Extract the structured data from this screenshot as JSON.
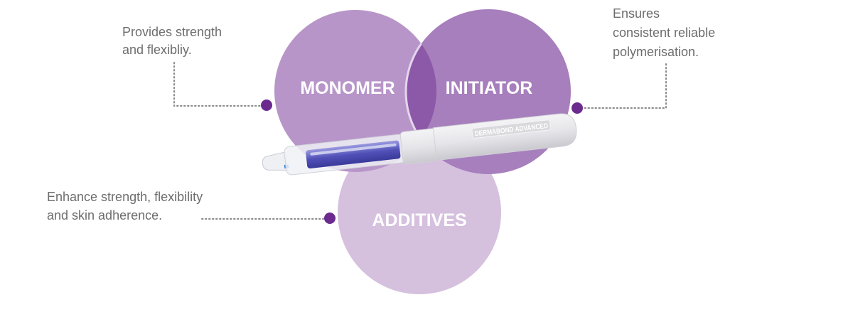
{
  "colors": {
    "monomer": "#b795c9",
    "initiator": "#a77fbd",
    "additives": "#d5c0de",
    "overlap": "#8c58a8",
    "dot": "#6b2b8e",
    "text": "#6d6d6d"
  },
  "circles": {
    "monomer": {
      "label": "MONOMER",
      "description": [
        "Provides strength",
        "and flexibliy."
      ]
    },
    "initiator": {
      "label": "INITIATOR",
      "description": [
        "Ensures",
        "consistent reliable",
        "polymerisation."
      ]
    },
    "additives": {
      "label": "ADDITIVES",
      "description": [
        "Enhance strength, flexibility",
        "and skin adherence."
      ]
    }
  },
  "product": {
    "label": "DERMABOND ADVANCED"
  }
}
